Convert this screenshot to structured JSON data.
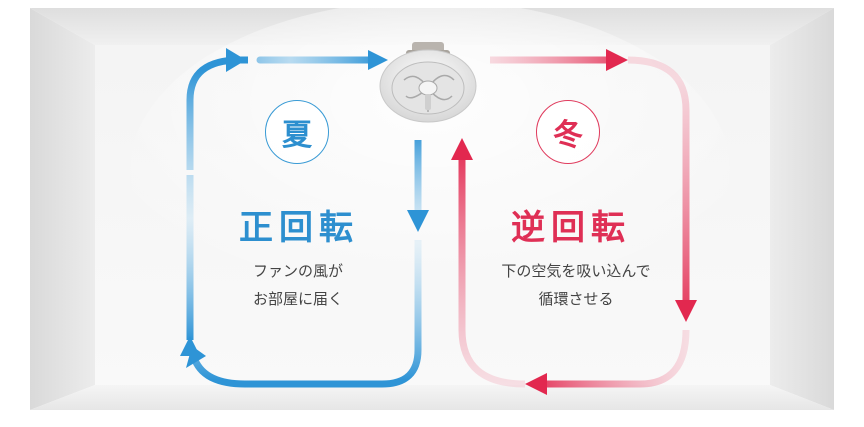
{
  "summer": {
    "season": "夏",
    "title": "正回転",
    "line1": "ファンの風が",
    "line2": "お部屋に届く",
    "color": "#2d8fcf"
  },
  "winter": {
    "season": "冬",
    "title": "逆回転",
    "line1": "下の空気を吸い込んで",
    "line2": "循環させる",
    "color": "#df2f55"
  },
  "icons": [
    "ceiling-fan-icon",
    "airflow-arrow-icon"
  ]
}
